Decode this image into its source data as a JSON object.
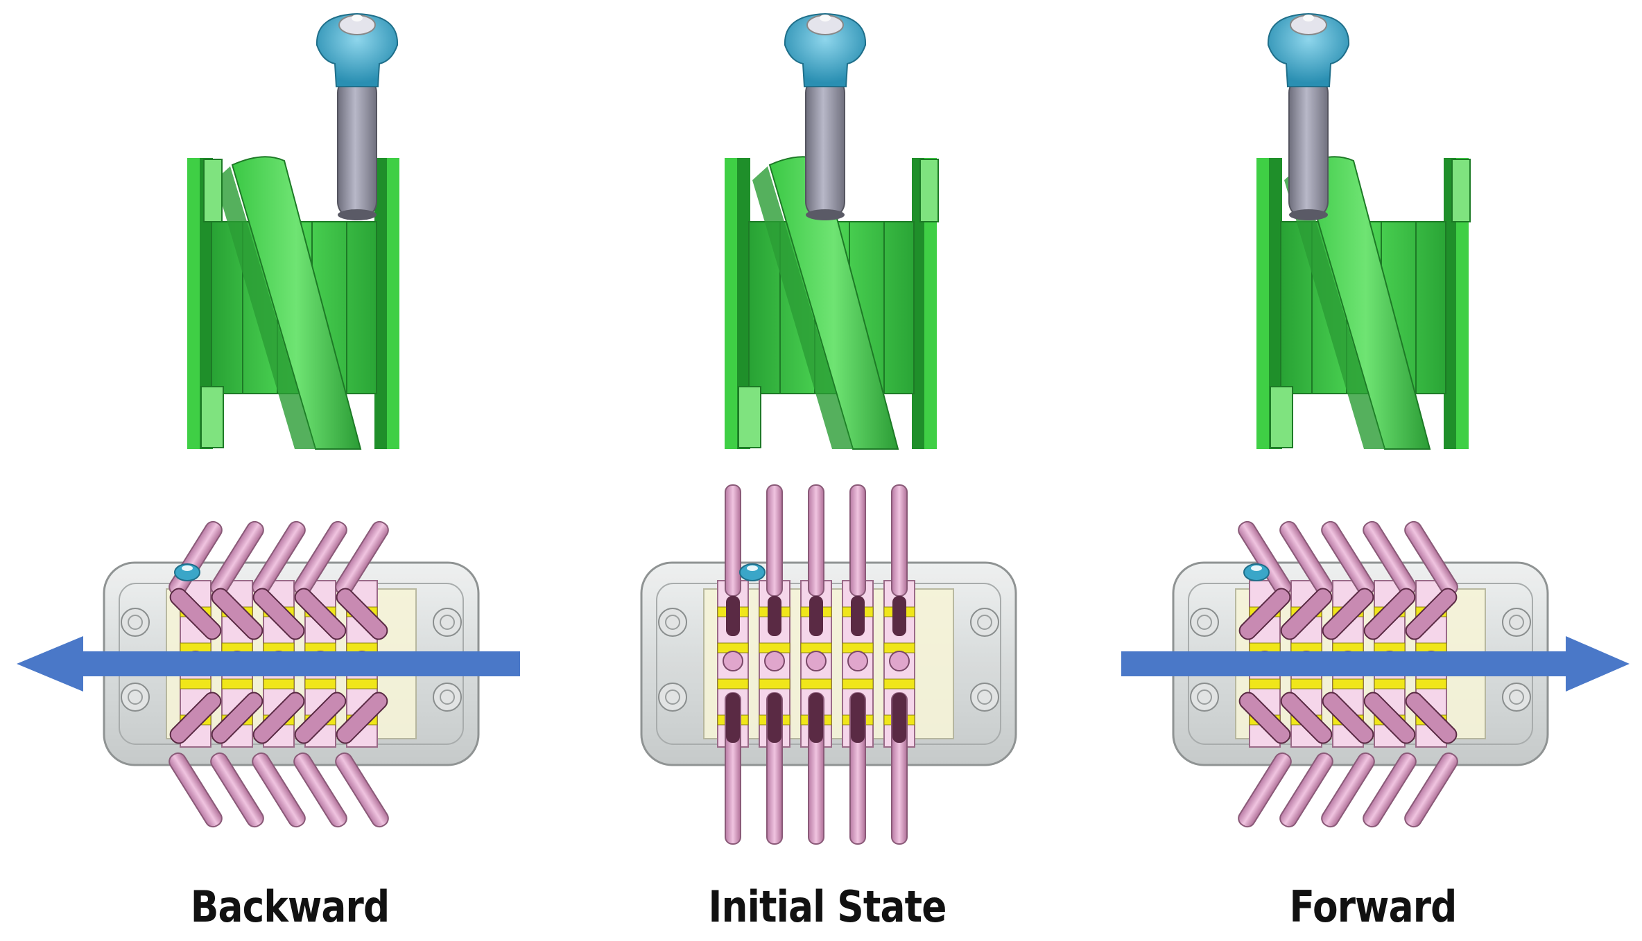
{
  "panels": [
    {
      "id": "backward",
      "label": "Backward",
      "state": "backward"
    },
    {
      "id": "initial",
      "label": "Initial State",
      "state": "initial"
    },
    {
      "id": "forward",
      "label": "Forward",
      "state": "forward"
    }
  ],
  "colors": {
    "cam_green": "#3fcf45",
    "cam_green_dark": "#1f8f2a",
    "cam_green_light": "#7fe37f",
    "shaft_gray": "#9a9aa8",
    "knob_cyan": "#3aa6c8",
    "pin_pink": "#d9a0c8",
    "pin_dark": "#5a2a44",
    "housing_gray": "#d8dcdc",
    "stripe_yellow": "#f0e61a",
    "arrow_blue": "#4a78c8"
  },
  "icons": [
    "cam-icon",
    "knob-icon",
    "pin-mechanism-icon",
    "direction-arrow-icon"
  ]
}
